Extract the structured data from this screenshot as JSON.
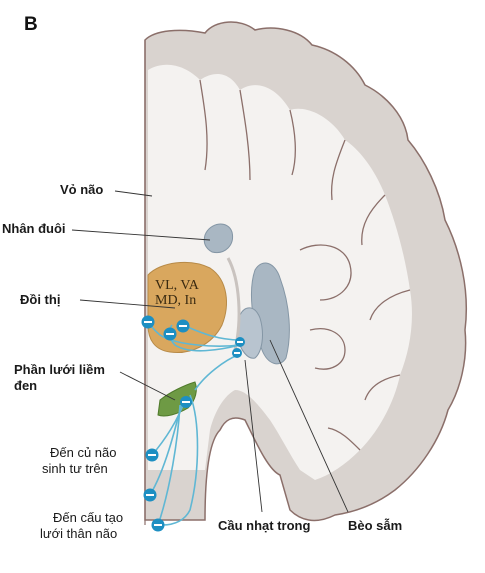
{
  "panel_letter": "B",
  "labels": {
    "cortex": "Vỏ não",
    "caudate": "Nhân đuôi",
    "thalamus": "Đồi thị",
    "substantia_nigra_line1": "Phần lưới liềm",
    "substantia_nigra_line2": "đen",
    "to_sc_line1": "Đến củ não",
    "to_sc_line2": "sinh tư trên",
    "to_rf_line1": "Đến cấu tạo",
    "to_rf_line2": "lưới thân não",
    "gpi": "Cầu nhạt trong",
    "putamen": "Bèo sẫm"
  },
  "thalamic_nuclei": {
    "line1": "VL, VA",
    "line2": "MD, In"
  },
  "colors": {
    "gray_matter": "#d9d3cf",
    "white_matter": "#f4f2f0",
    "sulcus_line": "#8b6f6a",
    "nuclei_blue": "#a9b7c3",
    "thalamus": "#d9a75e",
    "nigra": "#6e9a44",
    "pathway": "#5fb7d4",
    "neuron": "#1d8fc2"
  },
  "icons": [
    "inhibitory-neuron-icon"
  ]
}
